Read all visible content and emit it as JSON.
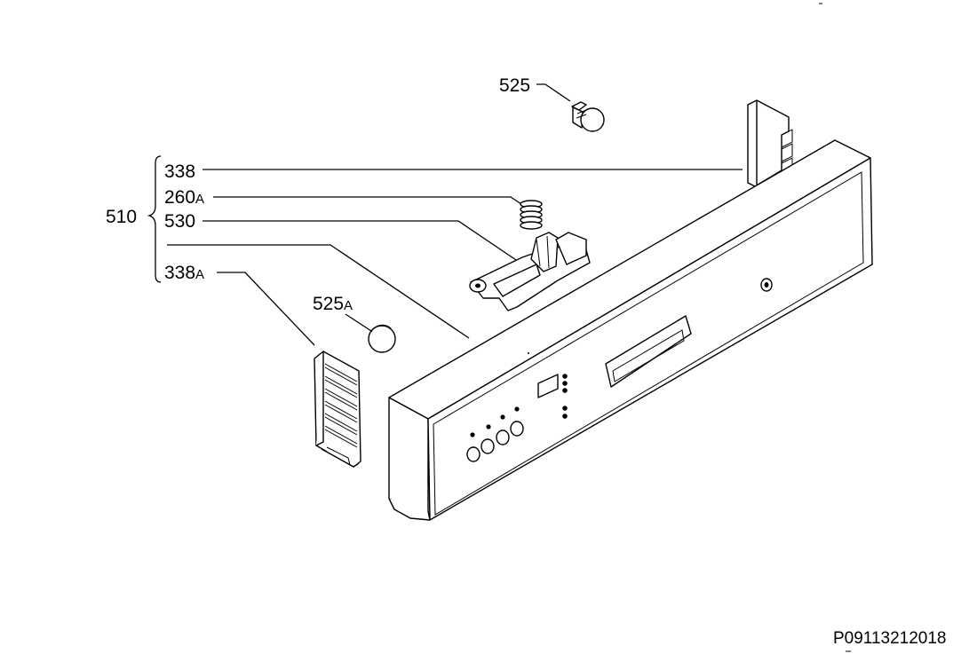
{
  "labels": {
    "p525": "525",
    "p338": "338",
    "p260": "260",
    "p260_suffix": "A",
    "p510": "510",
    "p530": "530",
    "p338a": "338",
    "p338a_suffix": "A",
    "p525a": "525",
    "p525a_suffix": "A"
  },
  "reference_code": "P09113212018"
}
